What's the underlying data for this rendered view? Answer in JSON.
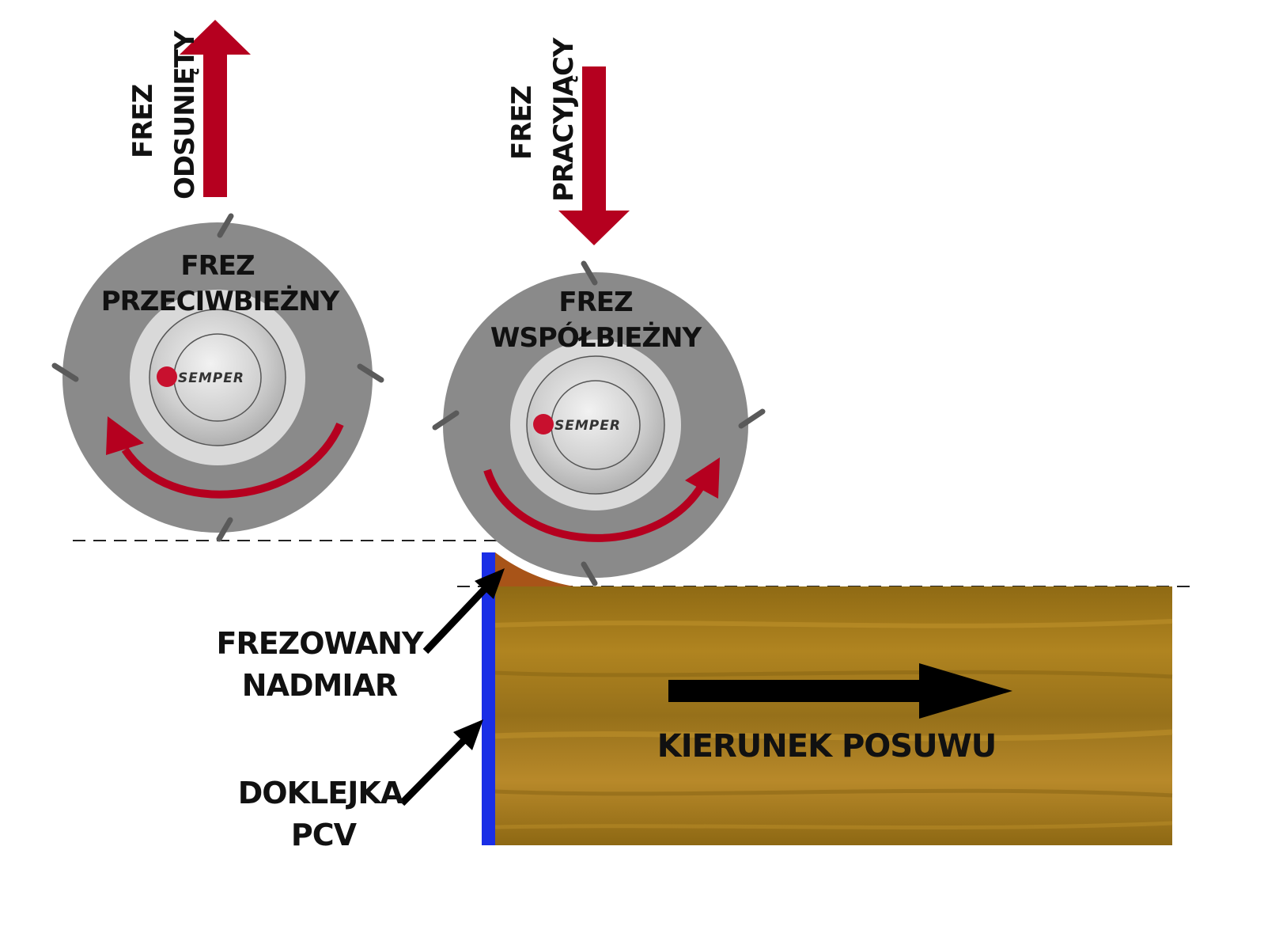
{
  "colors": {
    "arrow_red": "#b5001f",
    "cutter_gray": "#8a8a8a",
    "ring_light": "#d9d9d9",
    "hub_light": "#e6e6e6",
    "edge_band_blue": "#1a2ee6",
    "board_wood": "#a87d1c",
    "excess_brown": "#a85418",
    "black": "#000000"
  },
  "left_cutter": {
    "direction_line1": "FREZ",
    "direction_line2": "ODSUNIĘTY",
    "name_line1": "FREZ",
    "name_line2": "PRZECIWBIEŻNY",
    "logo": "SEMPER"
  },
  "right_cutter": {
    "direction_line1": "FREZ",
    "direction_line2": "PRACYJĄCY",
    "name_line1": "FREZ",
    "name_line2": "WSPÓŁBIEŻNY",
    "logo": "SEMPER"
  },
  "callouts": {
    "excess_line1": "FREZOWANY",
    "excess_line2": "NADMIAR",
    "band_line1": "DOKLEJKA",
    "band_line2": "PCV"
  },
  "feed": {
    "label": "KIERUNEK POSUWU"
  }
}
